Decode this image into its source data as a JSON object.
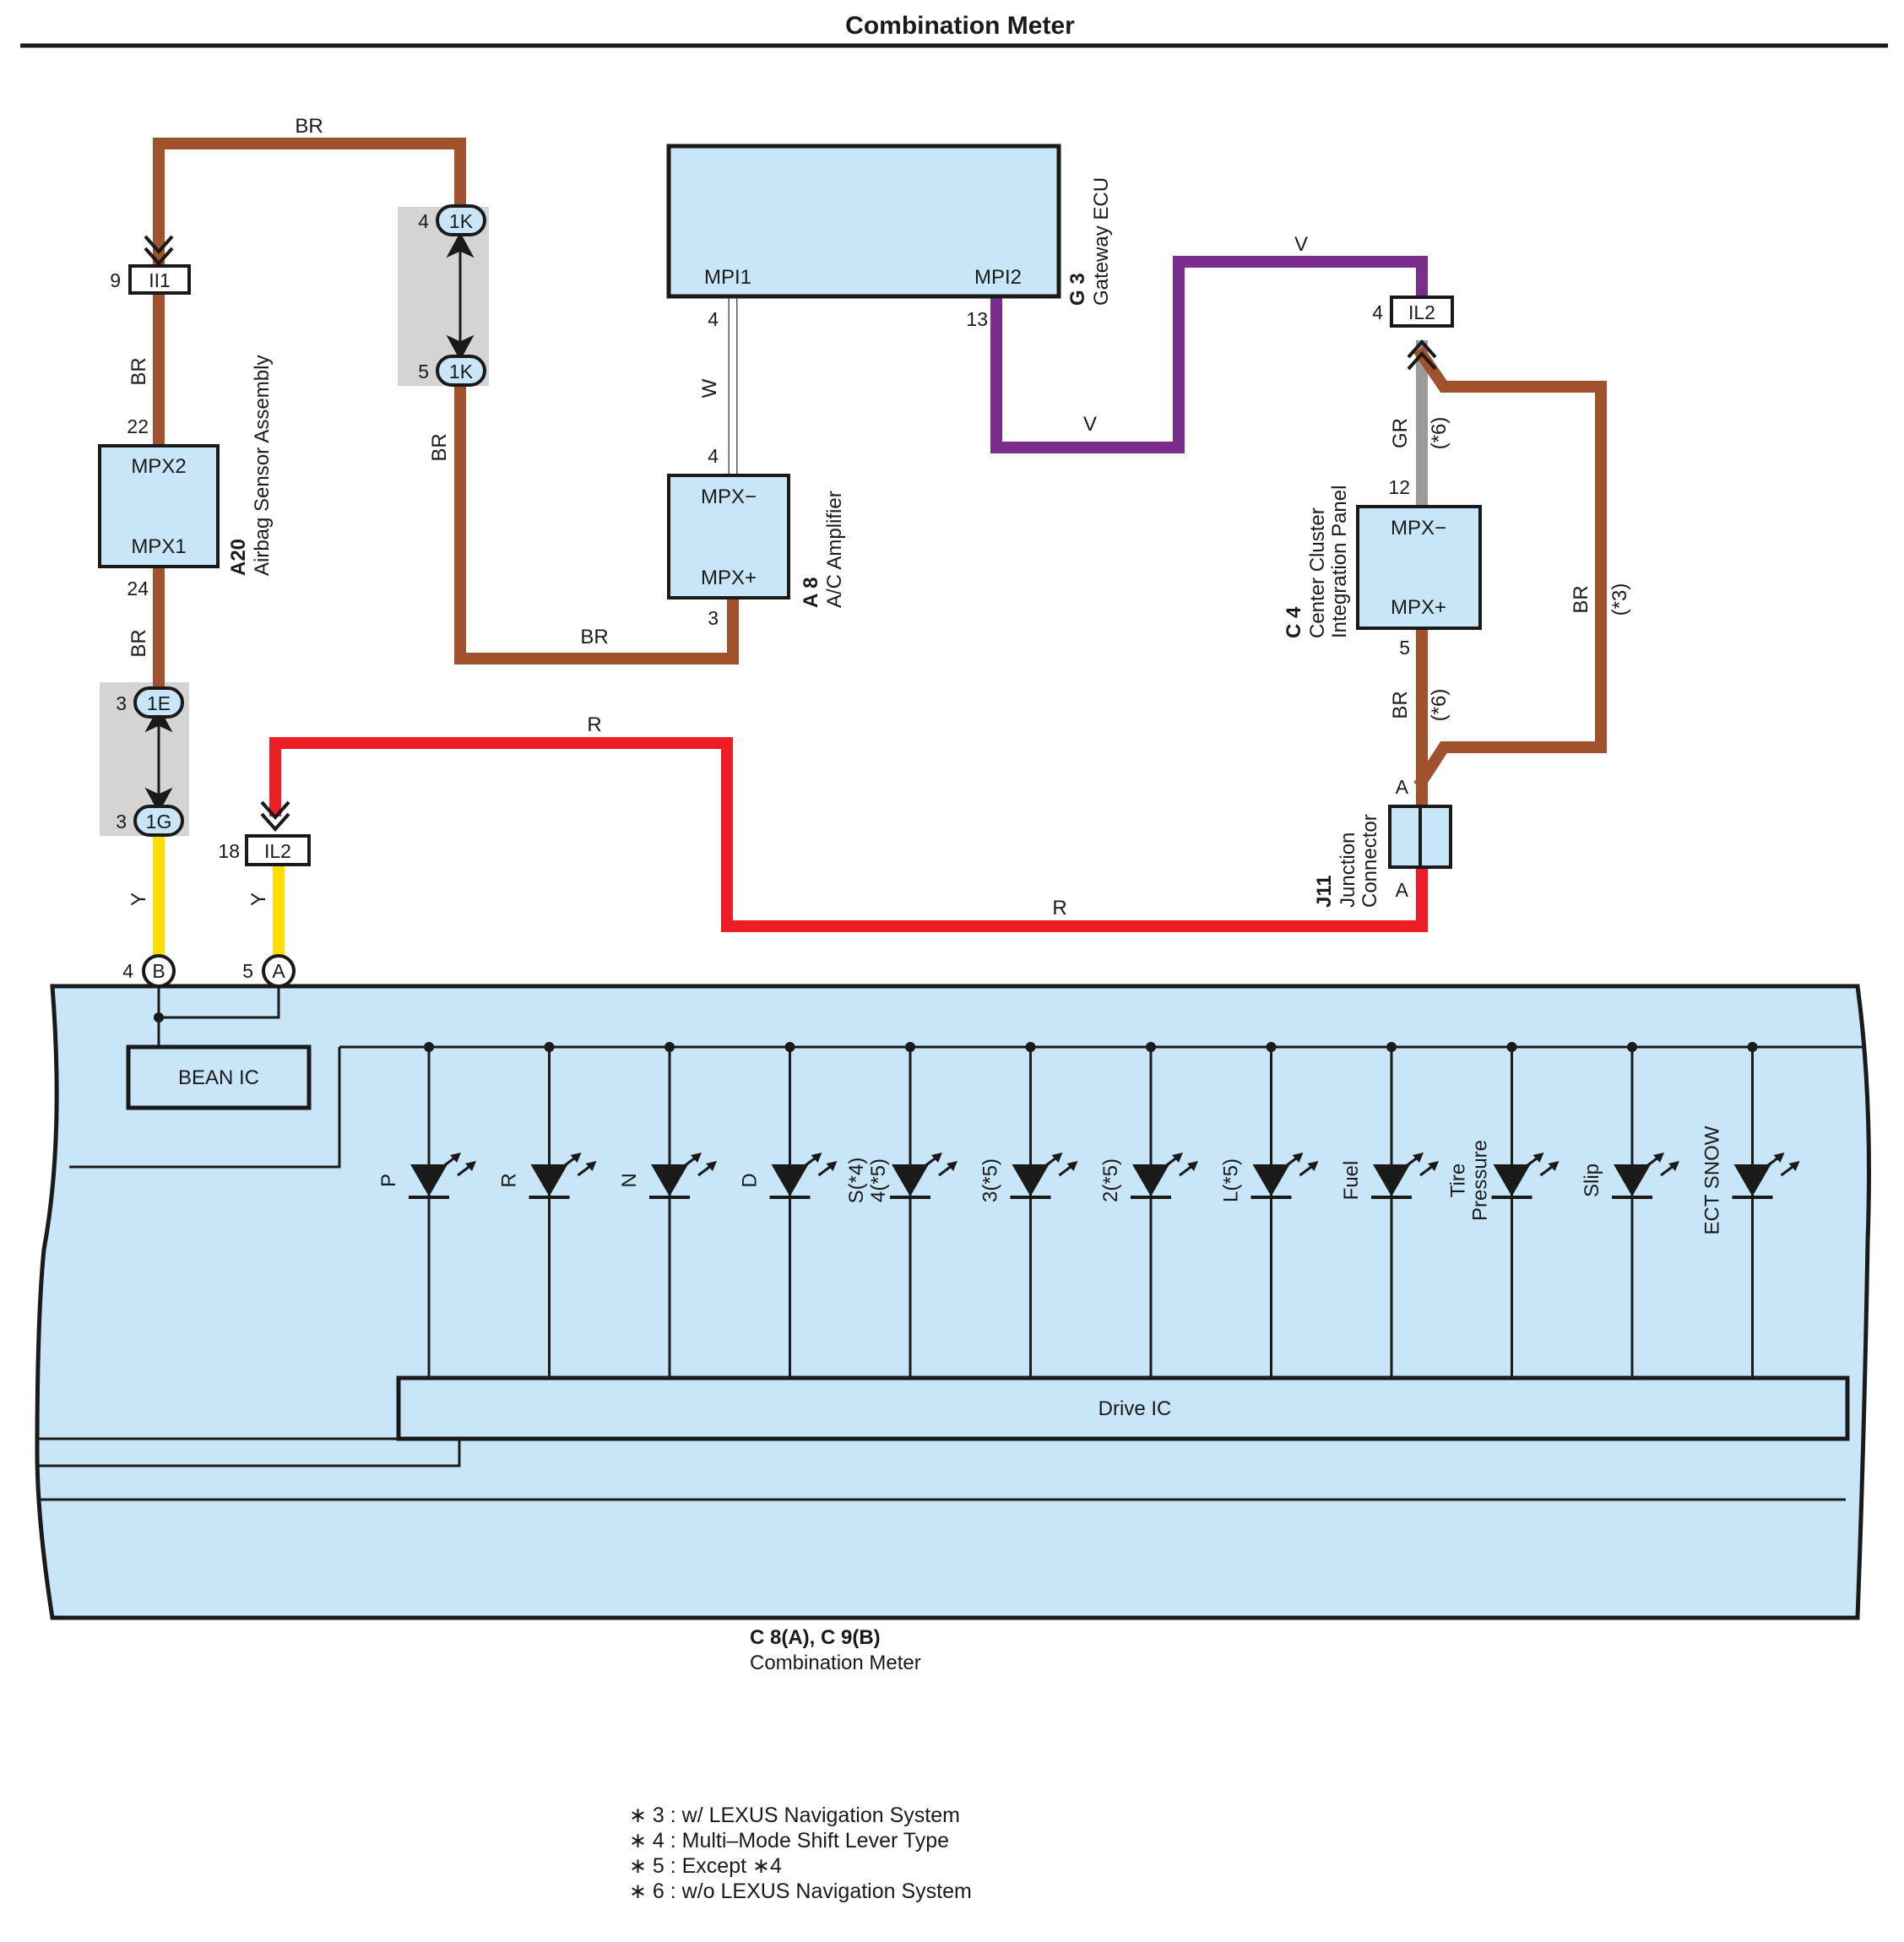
{
  "title": "Combination Meter",
  "colors": {
    "BR": "#a0522d",
    "R": "#ee1c24",
    "V": "#7b2d8e",
    "Y": "#ffdd00",
    "GR": "#9a9a9a",
    "W": "#ffffff",
    "component_fill": "#c8e6f8",
    "connector_shade": "#d4d4d4",
    "ink": "#1a1a1a"
  },
  "wire_labels": {
    "br_top": "BR",
    "br_ii1": "BR",
    "br_a20": "BR",
    "br_1k": "BR",
    "br_bottom": "BR",
    "w": "W",
    "v_top": "V",
    "v_bottom": "V",
    "gr": "GR",
    "gr_note": "(*6)",
    "br_right": "BR",
    "br_right_note": "(*3)",
    "br_c4": "BR",
    "br_c4_note": "(*6)",
    "r_top": "R",
    "r_bottom": "R",
    "y_b": "Y",
    "y_a": "Y"
  },
  "connectors": {
    "ii1": {
      "label": "II1",
      "pin": "9"
    },
    "k1_top": {
      "label": "1K",
      "pin": "4"
    },
    "k1_bottom": {
      "label": "1K",
      "pin": "5"
    },
    "e1": {
      "label": "1E",
      "pin": "3"
    },
    "g1": {
      "label": "1G",
      "pin": "3"
    },
    "il2_left": {
      "label": "IL2",
      "pin": "18"
    },
    "il2_right": {
      "label": "IL2",
      "pin": "4"
    },
    "meter_b": {
      "label": "B",
      "pin": "4"
    },
    "meter_a": {
      "label": "A",
      "pin": "5"
    }
  },
  "components": {
    "airbag": {
      "ref": "A20",
      "name": "Airbag Sensor Assembly",
      "port_top": "MPX2",
      "port_bottom": "MPX1",
      "pin_top": "22",
      "pin_bottom": "24"
    },
    "gateway": {
      "ref": "G 3",
      "name": "Gateway ECU",
      "port_left": "MPI1",
      "port_right": "MPI2",
      "pin_left": "4",
      "pin_right": "13"
    },
    "ac_amp": {
      "ref": "A 8",
      "name": "A/C Amplifier",
      "port_top": "MPX−",
      "port_bottom": "MPX+",
      "pin_top": "4",
      "pin_bottom": "3"
    },
    "center_cluster": {
      "ref": "C 4",
      "name_line1": "Center Cluster",
      "name_line2": "Integration Panel",
      "port_top": "MPX−",
      "port_bottom": "MPX+",
      "pin_top": "12",
      "pin_bottom": "5"
    },
    "junction": {
      "ref": "J11",
      "name_line1": "Junction",
      "name_line2": "Connector",
      "pin_top": "A",
      "pin_bottom": "A"
    },
    "meter": {
      "ref": "C 8(A), C 9(B)",
      "name": "Combination Meter",
      "bean_ic": "BEAN IC",
      "drive_ic": "Drive IC"
    }
  },
  "indicators": [
    {
      "line1": "P",
      "line2": ""
    },
    {
      "line1": "R",
      "line2": ""
    },
    {
      "line1": "N",
      "line2": ""
    },
    {
      "line1": "D",
      "line2": ""
    },
    {
      "line1": "S(*4)",
      "line2": "4(*5)"
    },
    {
      "line1": "3(*5)",
      "line2": ""
    },
    {
      "line1": "2(*5)",
      "line2": ""
    },
    {
      "line1": "L(*5)",
      "line2": ""
    },
    {
      "line1": "Fuel",
      "line2": ""
    },
    {
      "line1": "Tire",
      "line2": "Pressure"
    },
    {
      "line1": "Slip",
      "line2": ""
    },
    {
      "line1": "ECT SNOW",
      "line2": ""
    }
  ],
  "notes": [
    "∗ 3 : w/ LEXUS Navigation System",
    "∗ 4 : Multi–Mode Shift Lever Type",
    "∗ 5 : Except ∗4",
    "∗ 6 : w/o LEXUS Navigation System"
  ]
}
